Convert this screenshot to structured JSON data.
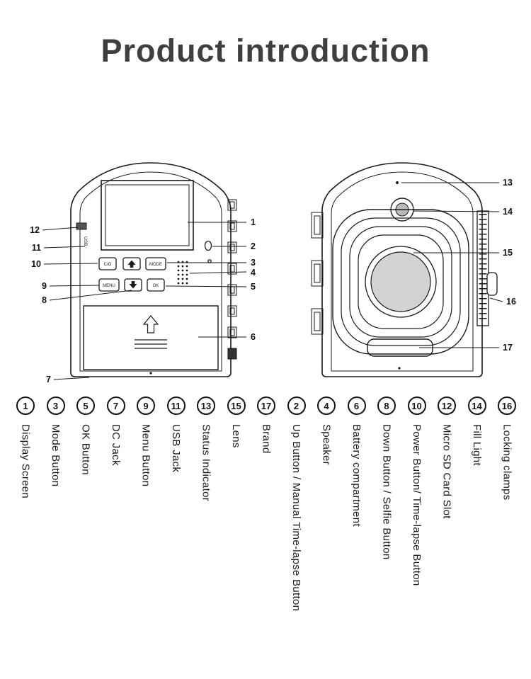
{
  "title": "Product introduction",
  "diagram": {
    "usb_label": "USB",
    "buttons": {
      "power": "C/O",
      "mode": "MODE",
      "menu": "MENU",
      "ok": "OK"
    },
    "callouts": [
      "1",
      "2",
      "3",
      "4",
      "5",
      "6",
      "7",
      "8",
      "9",
      "10",
      "11",
      "12",
      "13",
      "14",
      "15",
      "16",
      "17"
    ]
  },
  "legend": {
    "items": [
      {
        "number": "1",
        "label": "Display Screen"
      },
      {
        "number": "3",
        "label": "Mode Button"
      },
      {
        "number": "5",
        "label": "OK Button"
      },
      {
        "number": "7",
        "label": "DC Jack"
      },
      {
        "number": "9",
        "label": "Menu Button"
      },
      {
        "number": "11",
        "label": "USB Jack"
      },
      {
        "number": "13",
        "label": "Status Indicator"
      },
      {
        "number": "15",
        "label": "Lens"
      },
      {
        "number": "17",
        "label": "Brand"
      },
      {
        "number": "2",
        "label": "Up Button / Manual Time-lapse Button"
      },
      {
        "number": "4",
        "label": "Speaker"
      },
      {
        "number": "6",
        "label": "Battery compartment"
      },
      {
        "number": "8",
        "label": "Down Button / Selfie Button"
      },
      {
        "number": "10",
        "label": "Power Button/ Time-lapse Button"
      },
      {
        "number": "12",
        "label": "Micro SD Card Slot"
      },
      {
        "number": "14",
        "label": "Fill Light"
      },
      {
        "number": "16",
        "label": "Locking clamps"
      }
    ]
  }
}
